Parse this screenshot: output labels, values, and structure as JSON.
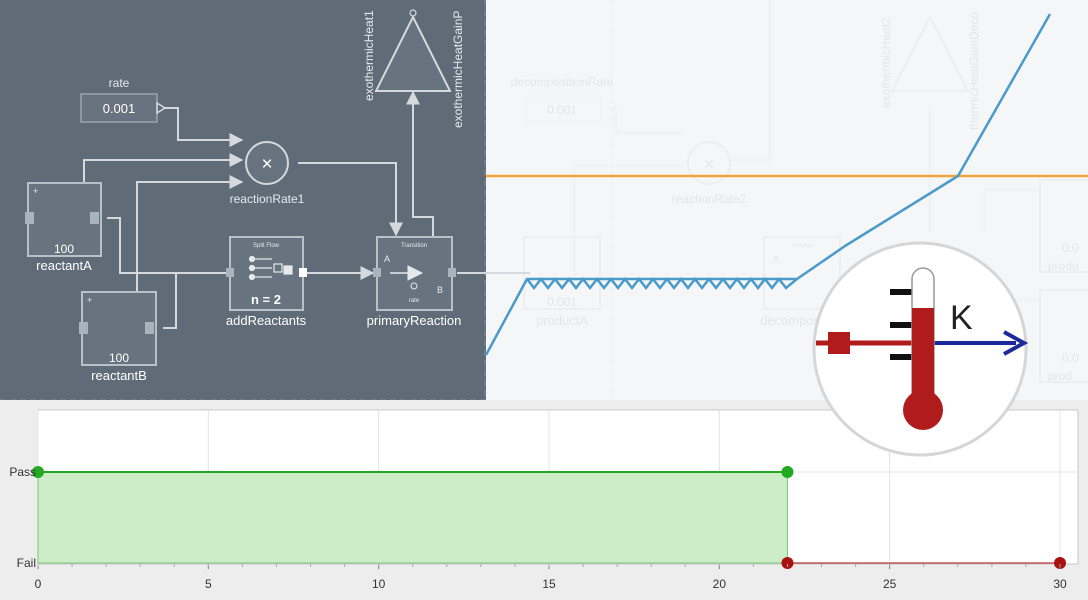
{
  "diagram": {
    "rate": {
      "label": "rate",
      "value": "0.001"
    },
    "decomposition_rate": {
      "label": "decompositionRate",
      "value": "0.001"
    },
    "reaction_rate_1": {
      "label": "reactionRate1"
    },
    "reaction_rate_2": {
      "label": "reactionRate2"
    },
    "reactant_a": {
      "label": "reactantA",
      "value": "100"
    },
    "reactant_b": {
      "label": "reactantB",
      "value": "100"
    },
    "product_a": {
      "label": "productA",
      "value": "0.001"
    },
    "add_reactants": {
      "label": "addReactants",
      "header": "Split Flow",
      "count": "n = 2"
    },
    "primary_reaction": {
      "label": "primaryReaction",
      "header": "Transition",
      "port_a": "A",
      "port_b": "B",
      "rate": "rate"
    },
    "decomposition": {
      "label": "decomposition",
      "header": "Transition",
      "port_a": "A"
    },
    "heat_1": {
      "label": "exothermicHeat1"
    },
    "heat_gain_1": {
      "label": "exothermicHeatGainP"
    },
    "heat_2": {
      "label": "exothermicHeat2"
    },
    "heat_gain_2": {
      "label": "thermicHeatGainDeco"
    },
    "right_edge_label_1": "0.0",
    "right_edge_label_2": "0.0",
    "right_edge_label_3": "produ",
    "right_edge_label_4": "prod"
  },
  "thermometer_icon": {
    "name": "thermometer-kelvin-icon",
    "unit": "K",
    "colors": {
      "red": "#b01c1c",
      "blue": "#1a2a9c"
    }
  },
  "colors": {
    "dark_panel": "#5f6b77",
    "diagram_line": "#d5d9dd",
    "signal": "#4a9acb",
    "threshold": "#f2a33a",
    "pass_fill": "#cdecc8",
    "pass": "#22aa22",
    "fail": "#aa1111"
  },
  "chart_data": {
    "type": "line",
    "title": "",
    "xlabel": "",
    "ylabel": "",
    "xlim": [
      0,
      30
    ],
    "x_ticks": [
      "0",
      "5",
      "10",
      "15",
      "20",
      "25",
      "30"
    ],
    "y_categories": [
      "Fail",
      "Pass"
    ],
    "grid": true,
    "series": [
      {
        "points": [
          [
            0,
            "Pass"
          ],
          [
            22,
            "Pass"
          ]
        ]
      },
      {
        "points": [
          [
            22,
            "Fail"
          ],
          [
            30,
            "Fail"
          ]
        ]
      }
    ],
    "pass_region": [
      0,
      22
    ]
  }
}
